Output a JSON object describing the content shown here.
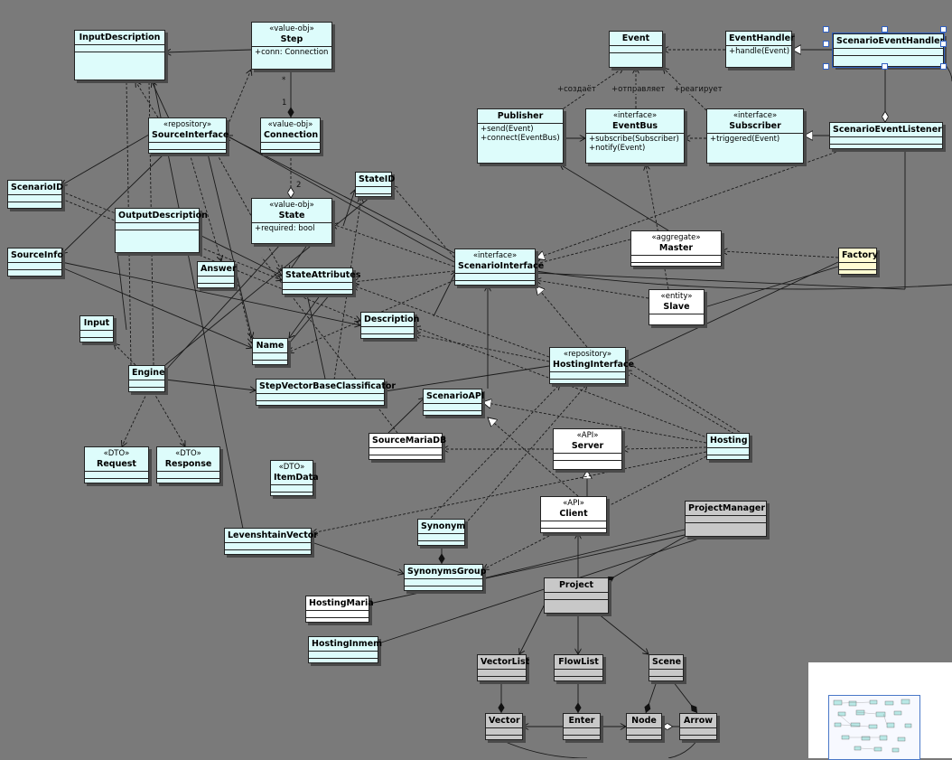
{
  "diagram": {
    "classes": [
      {
        "id": "InputDescription",
        "name": "InputDescription",
        "stereotype": "",
        "members": [],
        "color": "cyan",
        "sections": 2
      },
      {
        "id": "Step",
        "name": "Step",
        "stereotype": "«value-obj»",
        "members": [
          "+conn: Connection"
        ],
        "color": "cyan",
        "sections": 1
      },
      {
        "id": "Event",
        "name": "Event",
        "stereotype": "",
        "members": [],
        "color": "cyan",
        "sections": 2
      },
      {
        "id": "EventHandler",
        "name": "EventHandler",
        "stereotype": "",
        "members": [
          "+handle(Event)"
        ],
        "color": "cyan",
        "sections": 1
      },
      {
        "id": "ScenarioEventHandler",
        "name": "ScenarioEventHandler",
        "stereotype": "",
        "members": [],
        "color": "cyan",
        "sections": 2
      },
      {
        "id": "SourceInterface",
        "name": "SourceInterface",
        "stereotype": "«repository»",
        "members": [],
        "color": "cyan",
        "sections": 2
      },
      {
        "id": "Connection",
        "name": "Connection",
        "stereotype": "«value-obj»",
        "members": [],
        "color": "cyan",
        "sections": 2
      },
      {
        "id": "Publisher",
        "name": "Publisher",
        "stereotype": "",
        "members": [
          "+send(Event)",
          "+connect(EventBus)"
        ],
        "color": "cyan",
        "sections": 1
      },
      {
        "id": "EventBus",
        "name": "EventBus",
        "stereotype": "«interface»",
        "members": [
          "+subscribe(Subscriber)",
          "+notify(Event)"
        ],
        "color": "cyan",
        "sections": 1
      },
      {
        "id": "Subscriber",
        "name": "Subscriber",
        "stereotype": "«interface»",
        "members": [
          "+triggered(Event)"
        ],
        "color": "cyan",
        "sections": 1
      },
      {
        "id": "ScenarioEventListener",
        "name": "ScenarioEventListener",
        "stereotype": "",
        "members": [],
        "color": "cyan",
        "sections": 2
      },
      {
        "id": "ScenarioID",
        "name": "ScenarioID",
        "stereotype": "",
        "members": [],
        "color": "cyan",
        "sections": 2
      },
      {
        "id": "StateID",
        "name": "StateID",
        "stereotype": "",
        "members": [],
        "color": "cyan",
        "sections": 2
      },
      {
        "id": "OutputDescription",
        "name": "OutputDescription",
        "stereotype": "",
        "members": [],
        "color": "cyan",
        "sections": 2
      },
      {
        "id": "State",
        "name": "State",
        "stereotype": "«value-obj»",
        "members": [
          "+required: bool"
        ],
        "color": "cyan",
        "sections": 1
      },
      {
        "id": "SourceInfo",
        "name": "SourceInfo",
        "stereotype": "",
        "members": [],
        "color": "cyan",
        "sections": 2
      },
      {
        "id": "Answer",
        "name": "Answer",
        "stereotype": "",
        "members": [],
        "color": "cyan",
        "sections": 2
      },
      {
        "id": "StateAttributes",
        "name": "StateAttributes",
        "stereotype": "",
        "members": [],
        "color": "cyan",
        "sections": 2
      },
      {
        "id": "ScenarioInterface",
        "name": "ScenarioInterface",
        "stereotype": "«interface»",
        "members": [],
        "color": "cyan",
        "sections": 2
      },
      {
        "id": "Master",
        "name": "Master",
        "stereotype": "«aggregate»",
        "members": [],
        "color": "white",
        "sections": 2
      },
      {
        "id": "Factory",
        "name": "Factory",
        "stereotype": "",
        "members": [],
        "color": "yellow",
        "sections": 2
      },
      {
        "id": "Input",
        "name": "Input",
        "stereotype": "",
        "members": [],
        "color": "cyan",
        "sections": 2
      },
      {
        "id": "Description",
        "name": "Description",
        "stereotype": "",
        "members": [],
        "color": "cyan",
        "sections": 2
      },
      {
        "id": "Slave",
        "name": "Slave",
        "stereotype": "«entity»",
        "members": [],
        "color": "white",
        "sections": 1
      },
      {
        "id": "Name",
        "name": "Name",
        "stereotype": "",
        "members": [],
        "color": "cyan",
        "sections": 2
      },
      {
        "id": "HostingInterface",
        "name": "HostingInterface",
        "stereotype": "«repository»",
        "members": [],
        "color": "cyan",
        "sections": 2
      },
      {
        "id": "Engine",
        "name": "Engine",
        "stereotype": "",
        "members": [],
        "color": "cyan",
        "sections": 2
      },
      {
        "id": "StepVectorBaseClassificator",
        "name": "StepVectorBaseClassificator",
        "stereotype": "",
        "members": [],
        "color": "cyan",
        "sections": 2
      },
      {
        "id": "ScenarioAPI",
        "name": "ScenarioAPI",
        "stereotype": "",
        "members": [],
        "color": "cyan",
        "sections": 2
      },
      {
        "id": "SourceMariaDB",
        "name": "SourceMariaDB",
        "stereotype": "",
        "members": [],
        "color": "white",
        "sections": 2
      },
      {
        "id": "Server",
        "name": "Server",
        "stereotype": "«API»",
        "members": [],
        "color": "white",
        "sections": 2
      },
      {
        "id": "Hosting",
        "name": "Hosting",
        "stereotype": "",
        "members": [],
        "color": "cyan",
        "sections": 2
      },
      {
        "id": "Request",
        "name": "Request",
        "stereotype": "«DTO»",
        "members": [],
        "color": "cyan",
        "sections": 2
      },
      {
        "id": "Response",
        "name": "Response",
        "stereotype": "«DTO»",
        "members": [],
        "color": "cyan",
        "sections": 2
      },
      {
        "id": "ItemData",
        "name": "ItemData",
        "stereotype": "«DTO»",
        "members": [],
        "color": "cyan",
        "sections": 2
      },
      {
        "id": "Client",
        "name": "Client",
        "stereotype": "«API»",
        "members": [],
        "color": "white",
        "sections": 2
      },
      {
        "id": "ProjectManager",
        "name": "ProjectManager",
        "stereotype": "",
        "members": [],
        "color": "gray",
        "sections": 2
      },
      {
        "id": "LevenshtainVector",
        "name": "LevenshtainVector",
        "stereotype": "",
        "members": [],
        "color": "cyan",
        "sections": 2
      },
      {
        "id": "Synonym",
        "name": "Synonym",
        "stereotype": "",
        "members": [],
        "color": "cyan",
        "sections": 2
      },
      {
        "id": "SynonymsGroup",
        "name": "SynonymsGroup",
        "stereotype": "",
        "members": [],
        "color": "cyan",
        "sections": 2
      },
      {
        "id": "Project",
        "name": "Project",
        "stereotype": "",
        "members": [],
        "color": "gray",
        "sections": 2
      },
      {
        "id": "HostingMaria",
        "name": "HostingMaria",
        "stereotype": "",
        "members": [],
        "color": "white",
        "sections": 2
      },
      {
        "id": "HostingInmem",
        "name": "HostingInmem",
        "stereotype": "",
        "members": [],
        "color": "cyan",
        "sections": 2
      },
      {
        "id": "VectorList",
        "name": "VectorList",
        "stereotype": "",
        "members": [],
        "color": "gray",
        "sections": 2
      },
      {
        "id": "FlowList",
        "name": "FlowList",
        "stereotype": "",
        "members": [],
        "color": "gray",
        "sections": 2
      },
      {
        "id": "Scene",
        "name": "Scene",
        "stereotype": "",
        "members": [],
        "color": "gray",
        "sections": 2
      },
      {
        "id": "Vector",
        "name": "Vector",
        "stereotype": "",
        "members": [],
        "color": "gray",
        "sections": 2
      },
      {
        "id": "Enter",
        "name": "Enter",
        "stereotype": "",
        "members": [],
        "color": "gray",
        "sections": 2
      },
      {
        "id": "Node",
        "name": "Node",
        "stereotype": "",
        "members": [],
        "color": "gray",
        "sections": 2
      },
      {
        "id": "Arrow",
        "name": "Arrow",
        "stereotype": "",
        "members": [],
        "color": "gray",
        "sections": 2
      }
    ],
    "edge_labels": [
      {
        "id": "lbl-create",
        "text": "+создаёт"
      },
      {
        "id": "lbl-send",
        "text": "+отправляет"
      },
      {
        "id": "lbl-react",
        "text": "+реагирует"
      },
      {
        "id": "lbl-mult-star",
        "text": "*"
      },
      {
        "id": "lbl-mult-1",
        "text": "1"
      },
      {
        "id": "lbl-mult-2",
        "text": "2"
      }
    ],
    "selected_class": "ScenarioEventHandler",
    "colors": {
      "canvas": "#7a7a7a",
      "cyan": "#ddfcfb",
      "gray": "#c8c8c8",
      "white": "#ffffff",
      "yellow": "#fffbd2",
      "selection": "#3060c0"
    }
  }
}
